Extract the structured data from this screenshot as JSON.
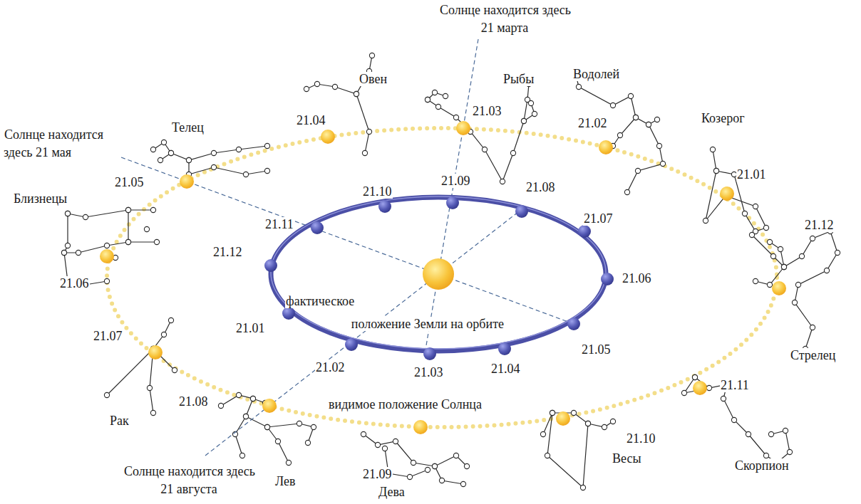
{
  "diagram": {
    "labels": [
      "Солнце находится здесь 21 марта",
      "Овен",
      "Рыбы",
      "Водолей",
      "Козерог",
      "Телец",
      "21.04",
      "21.03",
      "21.02",
      "Солнце находится здесь 21 мая",
      "21.05",
      "21.01",
      "21.09",
      "21.10",
      "21.08",
      "Близнецы",
      "21.11",
      "21.07",
      "21.12",
      "21.12",
      "21.06",
      "21.06",
      "фактическое положение Земли на орбите",
      "21.01",
      "21.05",
      "Стрелец",
      "21.07",
      "21.02",
      "21.03",
      "21.04",
      "21.11",
      "21.08",
      "видимое положение Солнца",
      "Рак",
      "21.10",
      "Весы",
      "Скорпион",
      "Солнце находится здесь 21 августа",
      "21.09",
      "Лев",
      "Дева"
    ]
  }
}
